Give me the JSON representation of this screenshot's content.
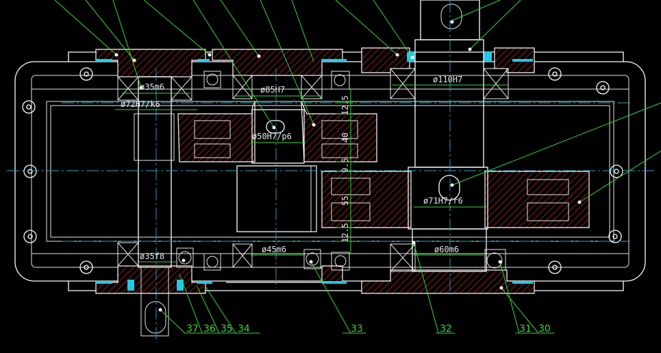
{
  "drawing": {
    "dimensions": {
      "top_bearing_left": "ø35m6",
      "housing_bore_left": "ø72H7/k6",
      "top_bearing_middle": "ø85H7",
      "gear_fit_middle": "ø50H7/p6",
      "top_bearing_right": "ø110H7",
      "gear_fit_right": "ø71H7/r6",
      "bottom_bearing_left": "ø35f8",
      "bottom_bearing_middle": "ø45m6",
      "bottom_bearing_right": "ø60m6",
      "vertical_12_5_top": "12.5",
      "vertical_40": "40",
      "vertical_9_5": "9.5",
      "vertical_55": "55",
      "vertical_12_5_bottom": "12.5"
    },
    "callouts": {
      "c37": "37",
      "c36": "36",
      "c35": "35",
      "c34": "34",
      "c33": "33",
      "c32": "32",
      "c31": "31",
      "c30": "30"
    },
    "colors": {
      "background": "#000000",
      "outline": "#ffffff",
      "hatch": "#c02020",
      "centerline": "#2aa6c9",
      "leader": "#33dd33",
      "seal": "#22c8e6"
    }
  }
}
